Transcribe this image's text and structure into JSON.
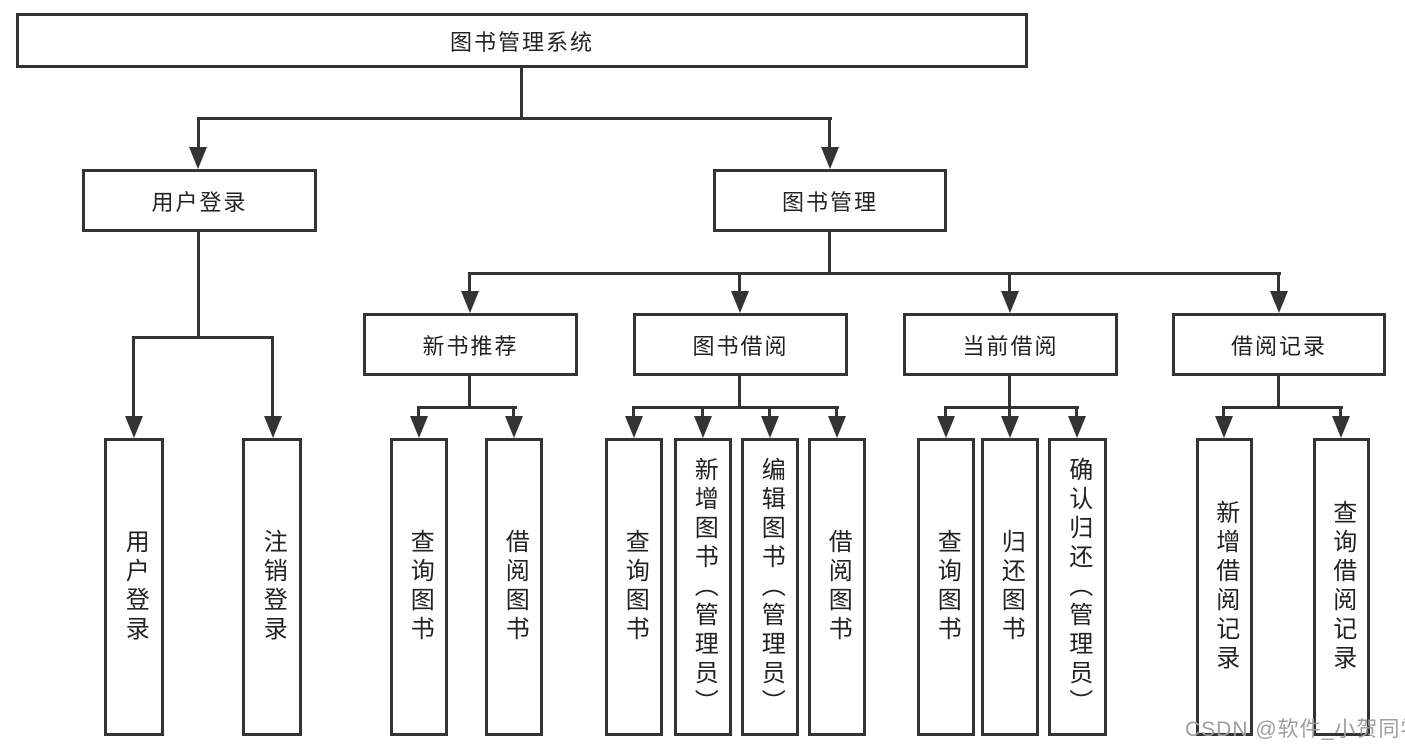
{
  "root": {
    "label": "图书管理系统"
  },
  "user_branch": {
    "label": "用户登录",
    "children": [
      {
        "label": "用户登录"
      },
      {
        "label": "注销登录"
      }
    ]
  },
  "book_branch": {
    "label": "图书管理",
    "sections": [
      {
        "label": "新书推荐",
        "children": [
          {
            "label": "查询图书"
          },
          {
            "label": "借阅图书"
          }
        ]
      },
      {
        "label": "图书借阅",
        "children": [
          {
            "label": "查询图书"
          },
          {
            "label": "新增图书（管理员）"
          },
          {
            "label": "编辑图书（管理员）"
          },
          {
            "label": "借阅图书"
          }
        ]
      },
      {
        "label": "当前借阅",
        "children": [
          {
            "label": "查询图书"
          },
          {
            "label": "归还图书"
          },
          {
            "label": "确认归还（管理员）"
          }
        ]
      },
      {
        "label": "借阅记录",
        "children": [
          {
            "label": "新增借阅记录"
          },
          {
            "label": "查询借阅记录"
          }
        ]
      }
    ]
  },
  "watermark": {
    "text": "CSDN @软件_小贺同学"
  },
  "colors": {
    "line": "#333333",
    "text": "#222222",
    "watermark": "#9e9e9e",
    "background": "#ffffff"
  }
}
